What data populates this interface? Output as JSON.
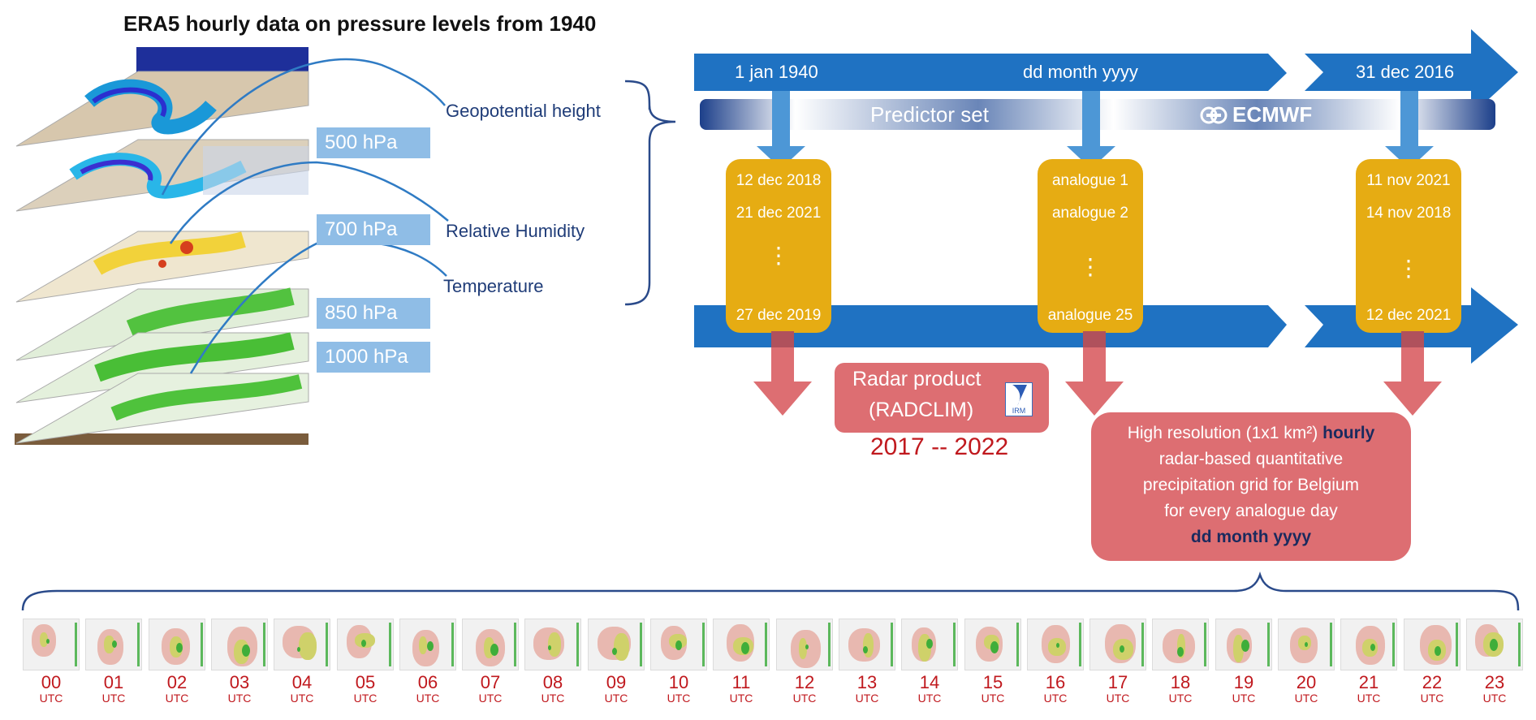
{
  "title": "ERA5 hourly data on pressure levels from 1940",
  "pressure_levels": [
    "500 hPa",
    "700 hPa",
    "850 hPa",
    "1000 hPa"
  ],
  "variables": [
    "Geopotential height",
    "Relative Humidity",
    "Temperature"
  ],
  "timeline": {
    "start": "1 jan 1940",
    "middle": "dd month yyyy",
    "end": "31 dec 2016",
    "predictor_label": "Predictor set",
    "ecmwf_label": "ECMWF"
  },
  "analogue_boxes": [
    {
      "top1": "12 dec 2018",
      "top2": "21 dec 2021",
      "bottom": "27 dec 2019"
    },
    {
      "top1": "analogue 1",
      "top2": "analogue 2",
      "bottom": "analogue 25"
    },
    {
      "top1": "11 nov 2021",
      "top2": "14 nov 2018",
      "bottom": "12 dec 2021"
    }
  ],
  "dots_glyph": "⋮",
  "radar": {
    "line1": "Radar product",
    "line2": "(RADCLIM)",
    "years": "2017 -- 2022",
    "logo_text": "IRM"
  },
  "hires": {
    "line1_prefix": "High resolution (1x1 km²) ",
    "line1_bold": "hourly",
    "line2": "radar-based quantitative",
    "line3": "precipitation grid for Belgium",
    "line4": "for every analogue day",
    "line5": "dd month yyyy"
  },
  "hours": [
    "00",
    "01",
    "02",
    "03",
    "04",
    "05",
    "06",
    "07",
    "08",
    "09",
    "10",
    "11",
    "12",
    "13",
    "14",
    "15",
    "16",
    "17",
    "18",
    "19",
    "20",
    "21",
    "22",
    "23"
  ],
  "utc_label": "UTC",
  "colors": {
    "timeline_blue": "#1f72c2",
    "gold": "#e6ac13",
    "salmon": "#dd6e72",
    "dark_red": "#c0191e",
    "navy": "#1f3c78",
    "hpa_blue": "#8fbde6"
  }
}
